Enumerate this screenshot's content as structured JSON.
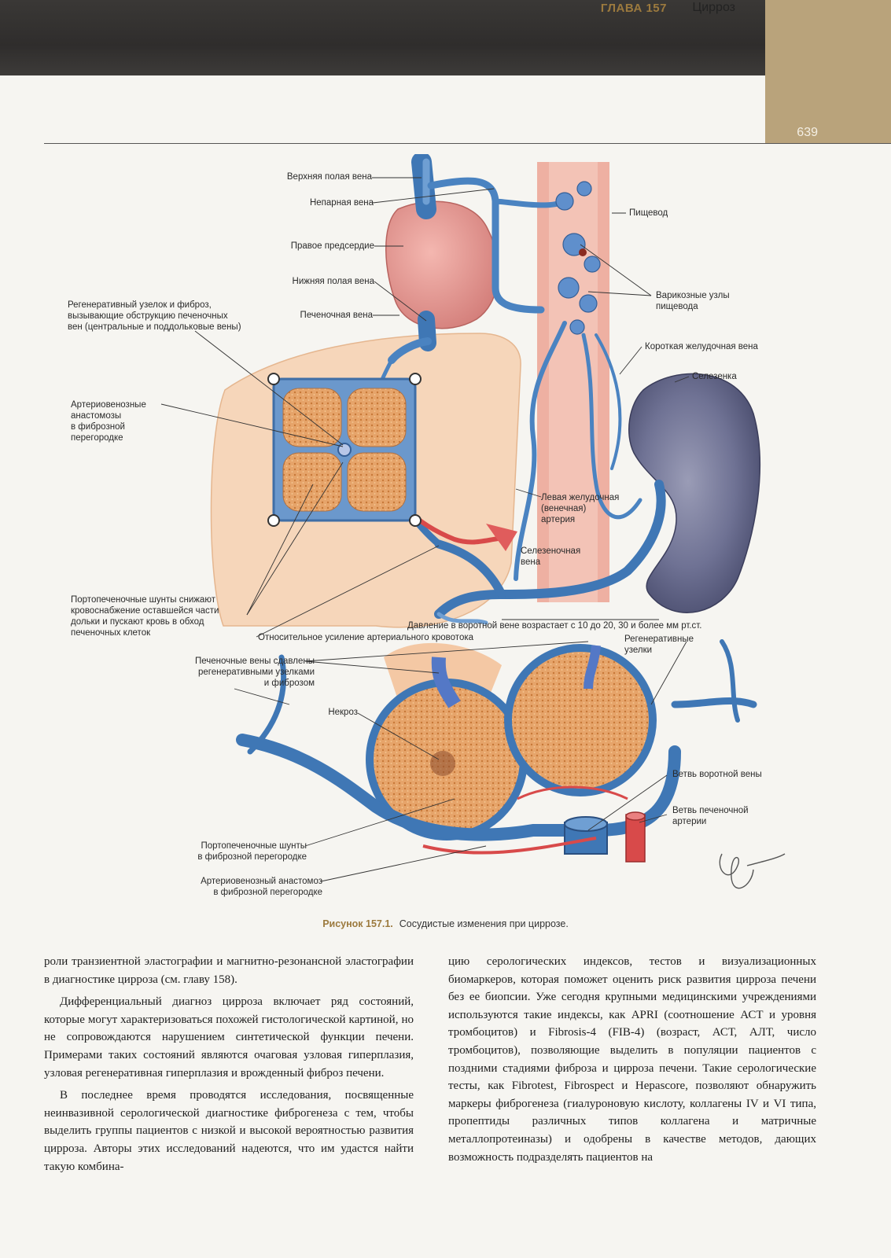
{
  "header": {
    "chapter_label": "ГЛАВА 157",
    "chapter_title": "Цирроз",
    "page_number": "639"
  },
  "figure": {
    "labels": {
      "svc": "Верхняя полая вена",
      "azygos": "Непарная вена",
      "right_atrium": "Правое предсердие",
      "ivc": "Нижняя полая вена",
      "hepatic_vein": "Печеночная вена",
      "regen_obstruction": "Регенеративный узелок и фиброз,\nвызывающие обструкцию печеночных\nвен (центральные и поддольковые вены)",
      "esophagus": "Пищевод",
      "esophageal_varices": "Варикозные узлы\nпищевода",
      "short_gastric": "Короткая желудочная вена",
      "spleen": "Селезенка",
      "av_anastomoses": "Артериовенозные\nанастомозы\nв фиброзной\nперегородке",
      "left_gastric": "Левая желудочная\n(венечная)\nартерия",
      "splenic_vein": "Селезеночная\nвена",
      "portohepatic_shunts": "Портопеченочные шунты снижают\nкровоснабжение оставшейся части\nдольки и пускают кровь в обход\nпеченочных клеток",
      "portal_pressure": "Давление в воротной вене возрастает с 10 до 20, 30 и более мм рт.ст.",
      "arterial_increase": "Относительное усиление артериального кровотока",
      "compressed_veins": "Печеночные вены сдавлены\nрегенеративными узелками\nи фиброзом",
      "regen_nodules": "Регенеративные\nузелки",
      "necrosis": "Некроз",
      "portal_branch": "Ветвь воротной вены",
      "hepatic_artery_branch": "Ветвь печеночной\nартерии",
      "shunts_septum": "Портопеченочные шунты\nв фиброзной перегородке",
      "av_anastomosis_septum": "Артериовенозный анастомоз\nв фиброзной перегородке"
    },
    "signature": "F. Netter",
    "caption_number": "Рисунок 157.1.",
    "caption_text": "Сосудистые изменения при циррозе."
  },
  "body": {
    "left": [
      "роли транзиентной эластографии и магнитно-резонансной эластографии в диагностике цирроза (см. главу 158).",
      "Дифференциальный диагноз цирроза включает ряд состояний, которые могут характеризоваться похожей гистологической картиной, но не сопровождаются нарушением синтетической функции печени. Примерами таких состояний являются очаговая узловая гиперплазия, узловая регенеративная гиперплазия и врожденный фиброз печени.",
      "В последнее время проводятся исследования, посвященные неинвазивной серологической диагностике фиброгенеза с тем, чтобы выделить группы пациентов с низкой и высокой вероятностью развития цирроза. Авторы этих исследований надеются, что им удастся найти такую комбина-"
    ],
    "right": [
      "цию серологических индексов, тестов и визуализационных биомаркеров, которая поможет оценить риск развития цирроза печени без ее биопсии. Уже сегодня крупными медицинскими учреждениями используются такие индексы, как APRI (соотношение АСТ и уровня тромбоцитов) и Fibrosis-4 (FIB-4) (возраст, АСТ, АЛТ, число тромбоцитов), позволяющие выделить в популяции пациентов с поздними стадиями фиброза и цирроза печени. Такие серологические тесты, как Fibrotest, Fibrospect и Hepascore, позволяют обнаружить маркеры фиброгенеза (гиалуроновую кислоту, коллагены IV и VI типа, пропептиды различных типов коллагена и матричные металлопротеиназы) и одобрены в качестве методов, дающих возможность подразделять пациентов на"
    ]
  }
}
